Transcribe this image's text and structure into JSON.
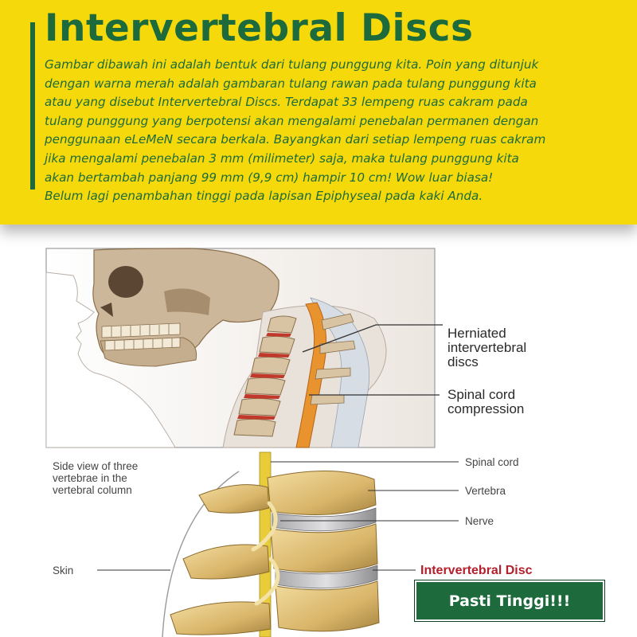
{
  "header": {
    "title": "Intervertebral Discs",
    "lines": [
      "Gambar dibawah ini adalah bentuk dari tulang punggung kita. Poin yang ditunjuk",
      "dengan warna merah adalah gambaran tulang rawan pada tulang punggung kita",
      "atau yang disebut Intervertebral Discs. Terdapat 33 lempeng ruas cakram pada",
      "tulang punggung yang berpotensi akan mengalami penebalan permanen dengan",
      "penggunaan eLeMeN secara berkala. Bayangkan dari setiap lempeng ruas cakram",
      "jika mengalami penebalan 3 mm (milimeter) saja, maka tulang punggung kita",
      "akan bertambah panjang 99 mm (9,9 cm) hampir 10 cm! Wow luar biasa!",
      "Belum lagi penambahan tinggi pada lapisan Epiphyseal pada kaki  Anda."
    ]
  },
  "illustration": {
    "upper_labels": {
      "herniated_1": "Herniated",
      "herniated_2": "intervertebral",
      "herniated_3": "discs",
      "compression_1": "Spinal cord",
      "compression_2": "compression"
    },
    "lower_labels": {
      "side_view_1": "Side view of three",
      "side_view_2": "vertebrae in the",
      "side_view_3": "vertebral column",
      "spinal_cord": "Spinal cord",
      "vertebra": "Vertebra",
      "nerve": "Nerve",
      "skin": "Skin",
      "disc": "Intervertebral Disc"
    }
  },
  "cta": {
    "label": "Pasti Tinggi!!!"
  },
  "colors": {
    "header_bg": "#f5d90a",
    "brand_green": "#1d6b3c",
    "label_red": "#b3202c",
    "bone": "#e6c982"
  }
}
